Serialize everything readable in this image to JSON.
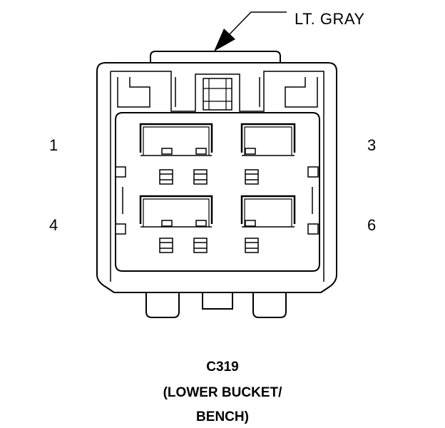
{
  "connector": {
    "wire_color_label": "LT. GRAY",
    "pins": {
      "pin_1": "1",
      "pin_3": "3",
      "pin_4": "4",
      "pin_6": "6"
    },
    "caption": {
      "line1": "C319",
      "line2": "(LOWER BUCKET/",
      "line3": "BENCH)"
    }
  }
}
